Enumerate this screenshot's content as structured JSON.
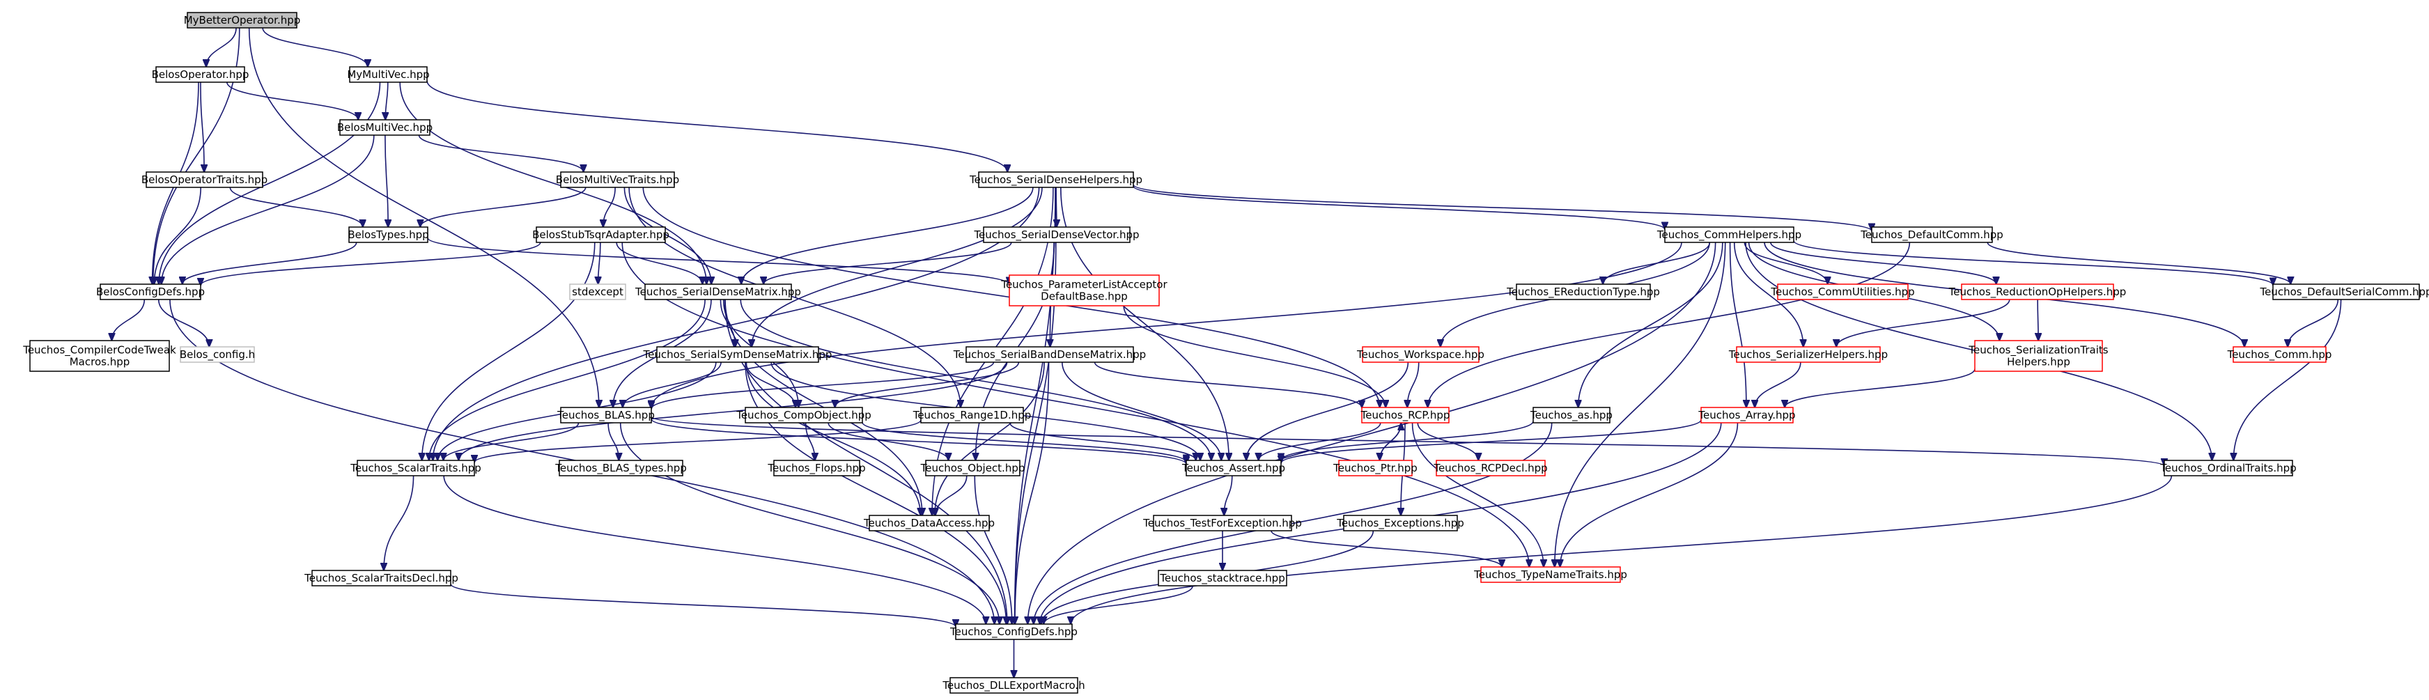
{
  "colors": {
    "edge": "#191970",
    "node_border": "#000000",
    "node_border_truncated": "#ff0000",
    "node_border_system": "#bfbfbf",
    "node_fill": "#ffffff",
    "root_fill": "#bfbfbf"
  },
  "nodes": [
    {
      "id": "root",
      "label": [
        "MyBetterOperator.hpp"
      ],
      "kind": "root"
    },
    {
      "id": "belos_operator",
      "label": [
        "BelosOperator.hpp"
      ],
      "kind": "normal"
    },
    {
      "id": "my_multivec",
      "label": [
        "MyMultiVec.hpp"
      ],
      "kind": "normal"
    },
    {
      "id": "belos_multivec",
      "label": [
        "BelosMultiVec.hpp"
      ],
      "kind": "normal"
    },
    {
      "id": "belos_operator_traits",
      "label": [
        "BelosOperatorTraits.hpp"
      ],
      "kind": "normal"
    },
    {
      "id": "belos_multivec_traits",
      "label": [
        "BelosMultiVecTraits.hpp"
      ],
      "kind": "normal"
    },
    {
      "id": "belos_types",
      "label": [
        "BelosTypes.hpp"
      ],
      "kind": "normal"
    },
    {
      "id": "belos_stub_tsqr",
      "label": [
        "BelosStubTsqrAdapter.hpp"
      ],
      "kind": "normal"
    },
    {
      "id": "belos_config_defs",
      "label": [
        "BelosConfigDefs.hpp"
      ],
      "kind": "normal"
    },
    {
      "id": "compiler_code_tweak",
      "label": [
        "Teuchos_CompilerCodeTweak",
        "Macros.hpp"
      ],
      "kind": "normal"
    },
    {
      "id": "belos_config_h",
      "label": [
        "Belos_config.h"
      ],
      "kind": "system"
    },
    {
      "id": "stdexcept",
      "label": [
        "stdexcept"
      ],
      "kind": "system"
    },
    {
      "id": "serial_dense_helpers",
      "label": [
        "Teuchos_SerialDenseHelpers.hpp"
      ],
      "kind": "normal"
    },
    {
      "id": "serial_dense_vector",
      "label": [
        "Teuchos_SerialDenseVector.hpp"
      ],
      "kind": "normal"
    },
    {
      "id": "serial_dense_matrix",
      "label": [
        "Teuchos_SerialDenseMatrix.hpp"
      ],
      "kind": "normal"
    },
    {
      "id": "param_list_acceptor",
      "label": [
        "Teuchos_ParameterListAcceptor",
        "DefaultBase.hpp"
      ],
      "kind": "truncated"
    },
    {
      "id": "default_comm",
      "label": [
        "Teuchos_DefaultComm.hpp"
      ],
      "kind": "normal"
    },
    {
      "id": "comm_helpers",
      "label": [
        "Teuchos_CommHelpers.hpp"
      ],
      "kind": "normal"
    },
    {
      "id": "default_serial_comm",
      "label": [
        "Teuchos_DefaultSerialComm.hpp"
      ],
      "kind": "normal"
    },
    {
      "id": "ereduction_type",
      "label": [
        "Teuchos_EReductionType.hpp"
      ],
      "kind": "normal"
    },
    {
      "id": "comm_utilities",
      "label": [
        "Teuchos_CommUtilities.hpp"
      ],
      "kind": "truncated"
    },
    {
      "id": "reduction_op_helpers",
      "label": [
        "Teuchos_ReductionOpHelpers.hpp"
      ],
      "kind": "truncated"
    },
    {
      "id": "comm",
      "label": [
        "Teuchos_Comm.hpp"
      ],
      "kind": "truncated"
    },
    {
      "id": "serial_sym_dense_matrix",
      "label": [
        "Teuchos_SerialSymDenseMatrix.hpp"
      ],
      "kind": "normal"
    },
    {
      "id": "serial_band_dense_matrix",
      "label": [
        "Teuchos_SerialBandDenseMatrix.hpp"
      ],
      "kind": "normal"
    },
    {
      "id": "workspace",
      "label": [
        "Teuchos_Workspace.hpp"
      ],
      "kind": "truncated"
    },
    {
      "id": "serializer_helpers",
      "label": [
        "Teuchos_SerializerHelpers.hpp"
      ],
      "kind": "truncated"
    },
    {
      "id": "serialization_traits_helpers",
      "label": [
        "Teuchos_SerializationTraits",
        "Helpers.hpp"
      ],
      "kind": "truncated"
    },
    {
      "id": "blas",
      "label": [
        "Teuchos_BLAS.hpp"
      ],
      "kind": "normal"
    },
    {
      "id": "comp_object",
      "label": [
        "Teuchos_CompObject.hpp"
      ],
      "kind": "normal"
    },
    {
      "id": "range1d",
      "label": [
        "Teuchos_Range1D.hpp"
      ],
      "kind": "normal"
    },
    {
      "id": "rcp",
      "label": [
        "Teuchos_RCP.hpp"
      ],
      "kind": "truncated"
    },
    {
      "id": "as",
      "label": [
        "Teuchos_as.hpp"
      ],
      "kind": "normal"
    },
    {
      "id": "array",
      "label": [
        "Teuchos_Array.hpp"
      ],
      "kind": "truncated"
    },
    {
      "id": "scalar_traits",
      "label": [
        "Teuchos_ScalarTraits.hpp"
      ],
      "kind": "normal"
    },
    {
      "id": "blas_types",
      "label": [
        "Teuchos_BLAS_types.hpp"
      ],
      "kind": "normal"
    },
    {
      "id": "flops",
      "label": [
        "Teuchos_Flops.hpp"
      ],
      "kind": "normal"
    },
    {
      "id": "object",
      "label": [
        "Teuchos_Object.hpp"
      ],
      "kind": "normal"
    },
    {
      "id": "assert",
      "label": [
        "Teuchos_Assert.hpp"
      ],
      "kind": "normal"
    },
    {
      "id": "ptr",
      "label": [
        "Teuchos_Ptr.hpp"
      ],
      "kind": "truncated"
    },
    {
      "id": "rcp_decl",
      "label": [
        "Teuchos_RCPDecl.hpp"
      ],
      "kind": "truncated"
    },
    {
      "id": "ordinal_traits",
      "label": [
        "Teuchos_OrdinalTraits.hpp"
      ],
      "kind": "normal"
    },
    {
      "id": "data_access",
      "label": [
        "Teuchos_DataAccess.hpp"
      ],
      "kind": "normal"
    },
    {
      "id": "exceptions",
      "label": [
        "Teuchos_Exceptions.hpp"
      ],
      "kind": "normal"
    },
    {
      "id": "test_for_exception",
      "label": [
        "Teuchos_TestForException.hpp"
      ],
      "kind": "normal"
    },
    {
      "id": "type_name_traits",
      "label": [
        "Teuchos_TypeNameTraits.hpp"
      ],
      "kind": "truncated"
    },
    {
      "id": "scalar_traits_decl",
      "label": [
        "Teuchos_ScalarTraitsDecl.hpp"
      ],
      "kind": "normal"
    },
    {
      "id": "stacktrace",
      "label": [
        "Teuchos_stacktrace.hpp"
      ],
      "kind": "normal"
    },
    {
      "id": "config_defs",
      "label": [
        "Teuchos_ConfigDefs.hpp"
      ],
      "kind": "normal"
    },
    {
      "id": "dll_export",
      "label": [
        "Teuchos_DLLExportMacro.h"
      ],
      "kind": "normal"
    }
  ],
  "edges": [
    [
      "root",
      "belos_operator"
    ],
    [
      "root",
      "my_multivec"
    ],
    [
      "root",
      "belos_config_defs"
    ],
    [
      "root",
      "blas"
    ],
    [
      "belos_operator",
      "belos_multivec"
    ],
    [
      "belos_operator",
      "belos_operator_traits"
    ],
    [
      "belos_operator",
      "belos_config_defs"
    ],
    [
      "my_multivec",
      "belos_multivec"
    ],
    [
      "my_multivec",
      "belos_config_defs"
    ],
    [
      "my_multivec",
      "serial_dense_helpers"
    ],
    [
      "my_multivec",
      "serial_dense_matrix"
    ],
    [
      "belos_multivec",
      "belos_multivec_traits"
    ],
    [
      "belos_multivec",
      "belos_types"
    ],
    [
      "belos_multivec",
      "belos_config_defs"
    ],
    [
      "belos_operator_traits",
      "belos_types"
    ],
    [
      "belos_operator_traits",
      "belos_config_defs"
    ],
    [
      "belos_multivec_traits",
      "belos_types"
    ],
    [
      "belos_multivec_traits",
      "belos_stub_tsqr"
    ],
    [
      "belos_multivec_traits",
      "serial_dense_matrix"
    ],
    [
      "belos_multivec_traits",
      "range1d"
    ],
    [
      "belos_multivec_traits",
      "rcp"
    ],
    [
      "belos_types",
      "belos_config_defs"
    ],
    [
      "belos_types",
      "param_list_acceptor"
    ],
    [
      "belos_stub_tsqr",
      "belos_config_defs"
    ],
    [
      "belos_stub_tsqr",
      "stdexcept"
    ],
    [
      "belos_stub_tsqr",
      "serial_dense_matrix"
    ],
    [
      "belos_stub_tsqr",
      "scalar_traits"
    ],
    [
      "belos_stub_tsqr",
      "type_name_traits"
    ],
    [
      "belos_config_defs",
      "compiler_code_tweak"
    ],
    [
      "belos_config_defs",
      "belos_config_h"
    ],
    [
      "belos_config_defs",
      "config_defs"
    ],
    [
      "serial_dense_helpers",
      "serial_dense_vector"
    ],
    [
      "serial_dense_helpers",
      "serial_dense_matrix"
    ],
    [
      "serial_dense_helpers",
      "serial_sym_dense_matrix"
    ],
    [
      "serial_dense_helpers",
      "serial_band_dense_matrix"
    ],
    [
      "serial_dense_helpers",
      "default_comm"
    ],
    [
      "serial_dense_helpers",
      "comm_helpers"
    ],
    [
      "serial_dense_helpers",
      "assert"
    ],
    [
      "serial_dense_helpers",
      "data_access"
    ],
    [
      "serial_dense_helpers",
      "config_defs"
    ],
    [
      "serial_dense_helpers",
      "scalar_traits"
    ],
    [
      "serial_dense_vector",
      "serial_dense_matrix"
    ],
    [
      "serial_dense_vector",
      "object"
    ],
    [
      "serial_dense_vector",
      "config_defs"
    ],
    [
      "serial_dense_matrix",
      "serial_sym_dense_matrix"
    ],
    [
      "serial_dense_matrix",
      "blas"
    ],
    [
      "serial_dense_matrix",
      "comp_object"
    ],
    [
      "serial_dense_matrix",
      "data_access"
    ],
    [
      "serial_dense_matrix",
      "assert"
    ],
    [
      "serial_dense_matrix",
      "scalar_traits"
    ],
    [
      "serial_dense_matrix",
      "config_defs"
    ],
    [
      "param_list_acceptor",
      "rcp"
    ],
    [
      "default_comm",
      "default_serial_comm"
    ],
    [
      "default_comm",
      "rcp"
    ],
    [
      "comm_helpers",
      "ereduction_type"
    ],
    [
      "comm_helpers",
      "comm_utilities"
    ],
    [
      "comm_helpers",
      "reduction_op_helpers"
    ],
    [
      "comm_helpers",
      "comm"
    ],
    [
      "comm_helpers",
      "workspace"
    ],
    [
      "comm_helpers",
      "serializer_helpers"
    ],
    [
      "comm_helpers",
      "serialization_traits_helpers"
    ],
    [
      "comm_helpers",
      "as"
    ],
    [
      "comm_helpers",
      "array"
    ],
    [
      "comm_helpers",
      "ordinal_traits"
    ],
    [
      "comm_helpers",
      "type_name_traits"
    ],
    [
      "comm_helpers",
      "config_defs"
    ],
    [
      "comm_helpers",
      "default_serial_comm"
    ],
    [
      "comm_helpers",
      "blas"
    ],
    [
      "default_serial_comm",
      "comm"
    ],
    [
      "default_serial_comm",
      "ordinal_traits"
    ],
    [
      "reduction_op_helpers",
      "serializer_helpers"
    ],
    [
      "reduction_op_helpers",
      "serialization_traits_helpers"
    ],
    [
      "serialization_traits_helpers",
      "array"
    ],
    [
      "serial_sym_dense_matrix",
      "blas"
    ],
    [
      "serial_sym_dense_matrix",
      "comp_object"
    ],
    [
      "serial_sym_dense_matrix",
      "scalar_traits"
    ],
    [
      "serial_sym_dense_matrix",
      "data_access"
    ],
    [
      "serial_sym_dense_matrix",
      "assert"
    ],
    [
      "serial_sym_dense_matrix",
      "config_defs"
    ],
    [
      "serial_band_dense_matrix",
      "blas"
    ],
    [
      "serial_band_dense_matrix",
      "comp_object"
    ],
    [
      "serial_band_dense_matrix",
      "rcp"
    ],
    [
      "serial_band_dense_matrix",
      "assert"
    ],
    [
      "serial_band_dense_matrix",
      "data_access"
    ],
    [
      "serial_band_dense_matrix",
      "config_defs"
    ],
    [
      "serial_band_dense_matrix",
      "scalar_traits"
    ],
    [
      "workspace",
      "rcp"
    ],
    [
      "workspace",
      "assert"
    ],
    [
      "serializer_helpers",
      "array"
    ],
    [
      "blas",
      "scalar_traits"
    ],
    [
      "blas",
      "blas_types"
    ],
    [
      "blas",
      "assert"
    ],
    [
      "blas",
      "ordinal_traits"
    ],
    [
      "blas",
      "config_defs"
    ],
    [
      "comp_object",
      "flops"
    ],
    [
      "comp_object",
      "object"
    ],
    [
      "comp_object",
      "assert"
    ],
    [
      "range1d",
      "assert"
    ],
    [
      "range1d",
      "scalar_traits"
    ],
    [
      "rcp",
      "ptr"
    ],
    [
      "rcp",
      "rcp_decl"
    ],
    [
      "rcp",
      "assert"
    ],
    [
      "rcp",
      "exceptions"
    ],
    [
      "rcp",
      "type_name_traits"
    ],
    [
      "ptr",
      "rcp"
    ],
    [
      "as",
      "assert"
    ],
    [
      "as",
      "config_defs"
    ],
    [
      "array",
      "assert"
    ],
    [
      "array",
      "type_name_traits"
    ],
    [
      "array",
      "config_defs"
    ],
    [
      "scalar_traits",
      "scalar_traits_decl"
    ],
    [
      "scalar_traits",
      "config_defs"
    ],
    [
      "object",
      "data_access"
    ],
    [
      "object",
      "config_defs"
    ],
    [
      "assert",
      "test_for_exception"
    ],
    [
      "ordinal_traits",
      "config_defs"
    ],
    [
      "exceptions",
      "config_defs"
    ],
    [
      "test_for_exception",
      "stacktrace"
    ],
    [
      "test_for_exception",
      "type_name_traits"
    ],
    [
      "stacktrace",
      "config_defs"
    ],
    [
      "scalar_traits_decl",
      "config_defs"
    ],
    [
      "config_defs",
      "dll_export"
    ]
  ]
}
